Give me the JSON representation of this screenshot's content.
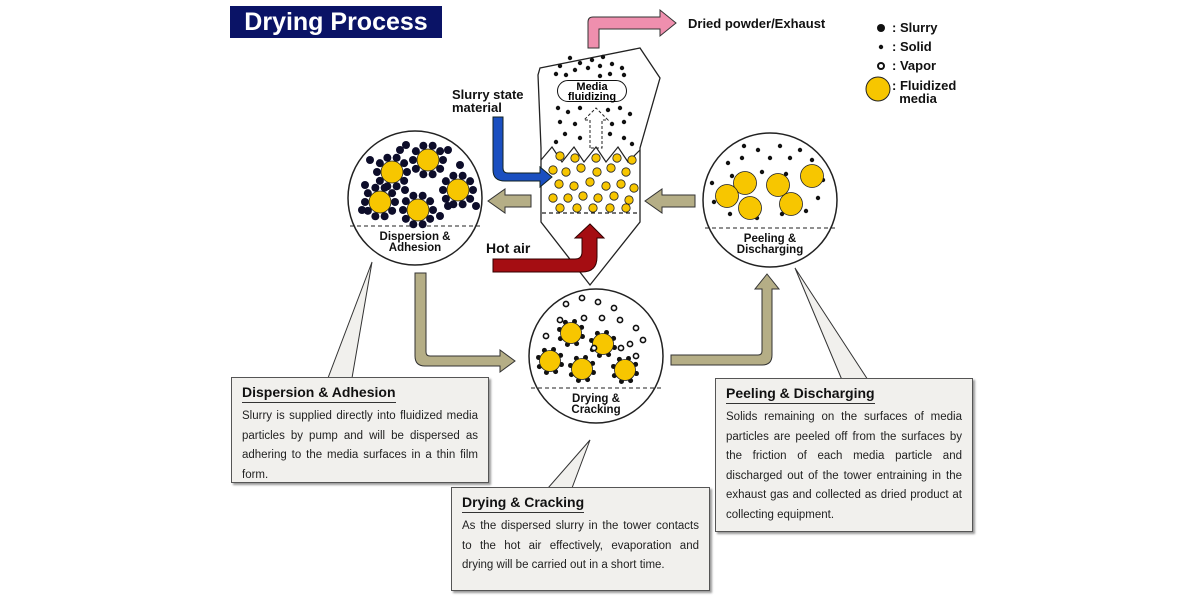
{
  "title": "Drying Process",
  "tower": {
    "zone_label": "Media fluidizing",
    "zone_label_lines": [
      "Media",
      "fluidizing"
    ]
  },
  "flows": {
    "exhaust": "Dried powder/Exhaust",
    "slurry_input_lines": [
      "Slurry state",
      "material"
    ],
    "hot_air": "Hot air"
  },
  "legend": [
    {
      "symbol": "slurry-dot",
      "label": ": Slurry"
    },
    {
      "symbol": "solid-dot",
      "label": ": Solid"
    },
    {
      "symbol": "vapor-ring",
      "label": ": Vapor"
    },
    {
      "symbol": "fluidized-media",
      "label": ": Fluidized\n  media"
    }
  ],
  "stages": [
    {
      "id": "dispersion",
      "circle_label_lines": [
        "Dispersion &",
        "Adhesion"
      ],
      "box_title": "Dispersion & Adhesion",
      "box_text": "Slurry is supplied directly into fluidized media particles by pump and will be dispersed as adhering to the media surfaces in a thin film form."
    },
    {
      "id": "drying",
      "circle_label_lines": [
        "Drying &",
        "Cracking"
      ],
      "box_title": "Drying & Cracking",
      "box_text": "As the dispersed slurry in the tower contacts to the hot air effectively, evaporation and drying will be carried out in a short time."
    },
    {
      "id": "peeling",
      "circle_label_lines": [
        "Peeling &",
        "Discharging"
      ],
      "box_title": "Peeling & Discharging",
      "box_text": "Solids remaining on the surfaces of media particles are peeled off from the surfaces by the friction of each media particle and discharged out of the tower entraining in the exhaust gas and collected as dried product at collecting equipment."
    }
  ],
  "colors": {
    "title_bg": "#0a1366",
    "media_yellow": "#f7c600",
    "slurry_arrow": "#1a4fc0",
    "hot_air_arrow": "#a50d12",
    "exhaust_arrow": "#ef8fae",
    "cycle_arrow": "#b5ae86"
  }
}
